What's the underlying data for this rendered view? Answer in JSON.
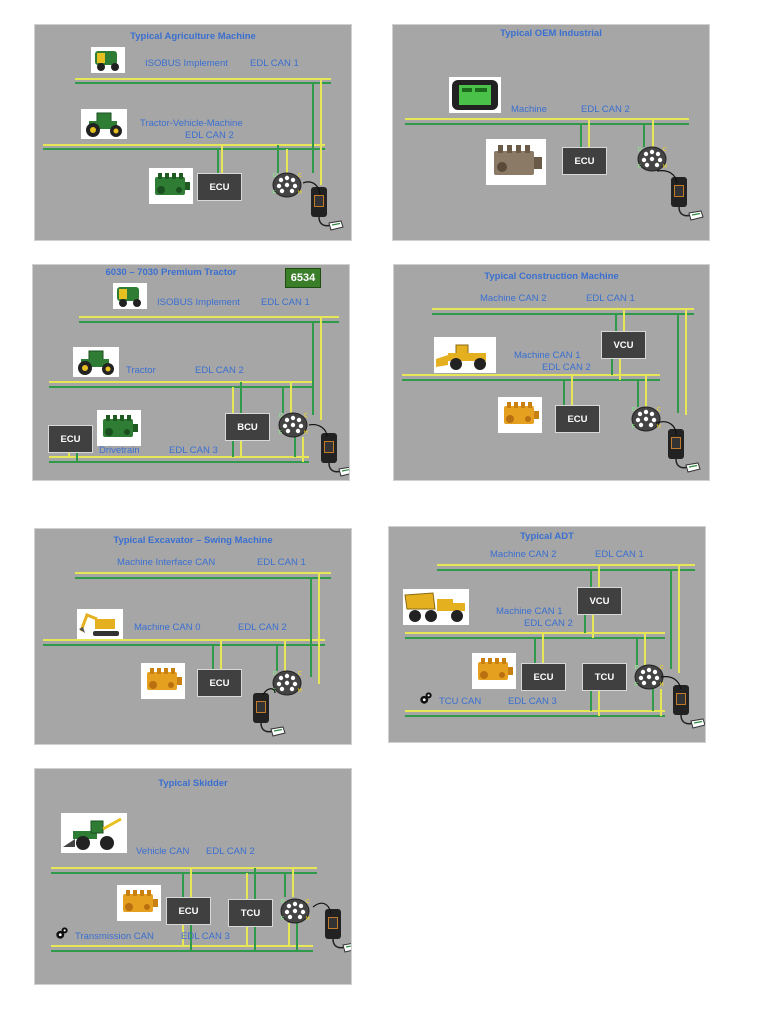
{
  "colors": {
    "panel": "#a6a6a6",
    "title": "#3a6fd0",
    "bus_yellow": "#e6e657",
    "bus_green": "#2e9a4a",
    "module": "#404040"
  },
  "panels": {
    "agriculture": {
      "title": "Typical Agriculture Machine",
      "isobus_label": "ISOBUS Implement",
      "edl_can1": "EDL CAN 1",
      "tractor_label": "Tractor-Vehicle-Machine",
      "edl_can2": "EDL CAN 2",
      "ecu": "ECU",
      "icons": [
        "baler-icon",
        "tractor-icon",
        "engine-icon"
      ]
    },
    "oem": {
      "title": "Typical OEM Industrial",
      "machine_label": "Machine",
      "edl_can2": "EDL CAN 2",
      "ecu": "ECU",
      "icons": [
        "display-icon",
        "engine-icon"
      ]
    },
    "premium": {
      "title": "6030 – 7030 Premium Tractor",
      "badge": "6534",
      "isobus_label": "ISOBUS Implement",
      "edl_can1": "EDL CAN 1",
      "tractor_label": "Tractor",
      "edl_can2": "EDL CAN 2",
      "drivetrain_label": "Drivetrain",
      "edl_can3": "EDL CAN 3",
      "ecu": "ECU",
      "bcu": "BCU",
      "icons": [
        "baler-icon",
        "tractor-icon",
        "engine-icon"
      ]
    },
    "construction": {
      "title": "Typical Construction Machine",
      "machine_can2": "Machine CAN 2",
      "edl_can1": "EDL CAN 1",
      "machine_can1": "Machine CAN 1",
      "edl_can2": "EDL CAN 2",
      "vcu": "VCU",
      "ecu": "ECU",
      "icons": [
        "loader-icon",
        "engine-icon"
      ]
    },
    "excavator": {
      "title": "Typical Excavator – Swing Machine",
      "interface_can": "Machine Interface CAN",
      "edl_can1": "EDL CAN 1",
      "machine_can0": "Machine CAN 0",
      "edl_can2": "EDL CAN 2",
      "ecu": "ECU",
      "icons": [
        "excavator-icon",
        "engine-icon"
      ]
    },
    "adt": {
      "title": "Typical ADT",
      "machine_can2": "Machine CAN 2",
      "edl_can1": "EDL CAN 1",
      "machine_can1": "Machine CAN 1",
      "edl_can2": "EDL CAN 2",
      "tcu_can": "TCU CAN",
      "edl_can3": "EDL CAN 3",
      "vcu": "VCU",
      "ecu": "ECU",
      "tcu": "TCU",
      "icons": [
        "dump-truck-icon",
        "engine-icon",
        "gears-icon"
      ]
    },
    "skidder": {
      "title": "Typical Skidder",
      "vehicle_can": "Vehicle CAN",
      "edl_can2": "EDL CAN 2",
      "transmission_can": "Transmission  CAN",
      "edl_can3": "EDL CAN 3",
      "ecu": "ECU",
      "tcu": "TCU",
      "icons": [
        "skidder-icon",
        "engine-icon",
        "gears-icon"
      ]
    }
  }
}
